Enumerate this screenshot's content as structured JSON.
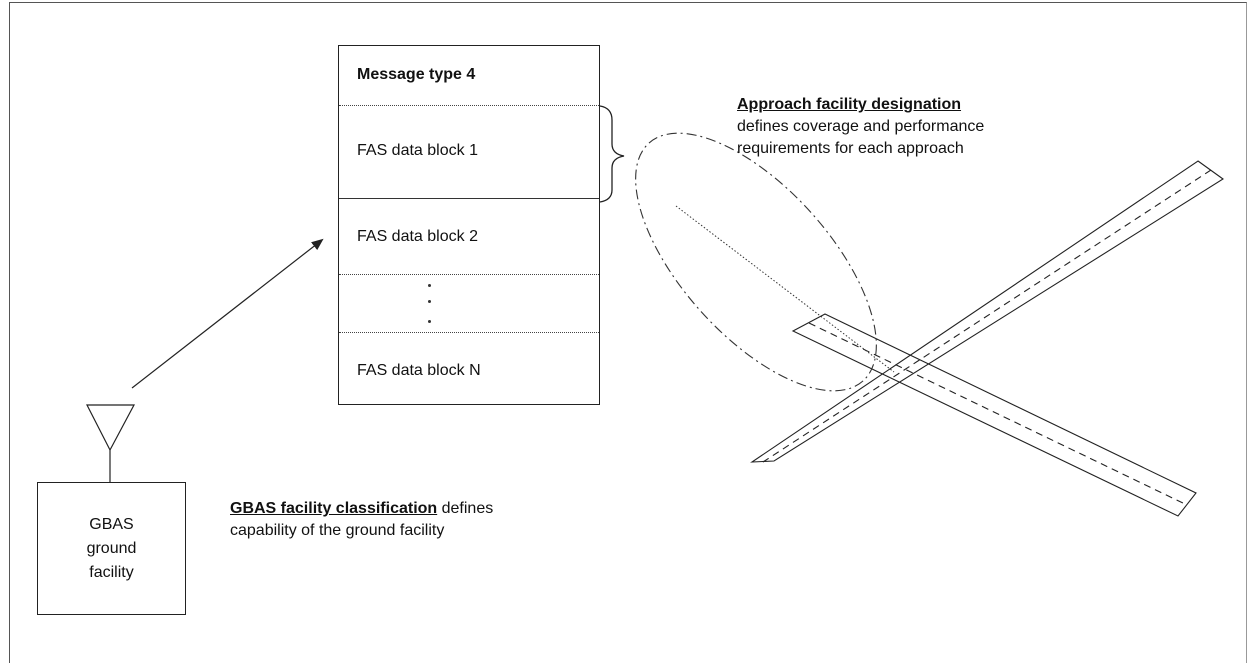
{
  "message_box": {
    "title": "Message type 4",
    "blocks": [
      "FAS data block 1",
      "FAS data block 2",
      "FAS data block N"
    ]
  },
  "approach_label": {
    "heading": "Approach facility designation",
    "line1": "defines coverage and performance",
    "line2": "requirements for each approach"
  },
  "ground_facility": {
    "line1": "GBAS",
    "line2": "ground",
    "line3": "facility"
  },
  "classification_label": {
    "heading": "GBAS facility classification",
    "tail": " defines",
    "line2": "capability of the ground facility"
  }
}
